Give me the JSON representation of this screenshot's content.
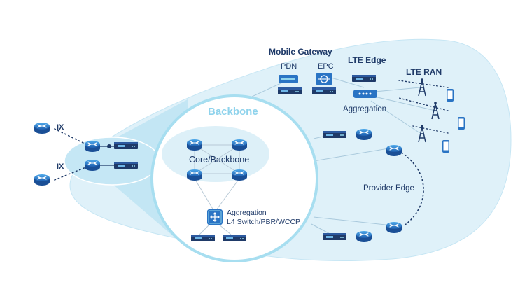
{
  "labels": {
    "mobile_gateway": "Mobile Gateway",
    "pdn": "PDN",
    "epc": "EPC",
    "lte_edge": "LTE Edge",
    "lte_ran": "LTE RAN",
    "aggregation_top": "Aggregation",
    "backbone": "Backbone",
    "core_backbone": "Core/Backbone",
    "aggregation_bottom_1": "Aggregation",
    "aggregation_bottom_2": "L4 Switch/PBR/WCCP",
    "provider_edge": "Provider Edge",
    "ix_top": "IX",
    "ix_bottom": "IX"
  },
  "colors": {
    "region_fill": "#dff1f9",
    "backbone_ring": "#a7def0",
    "device_dark": "#1f3a68",
    "router_blue": "#2a74c4",
    "accent_light": "#8fd3ec"
  }
}
